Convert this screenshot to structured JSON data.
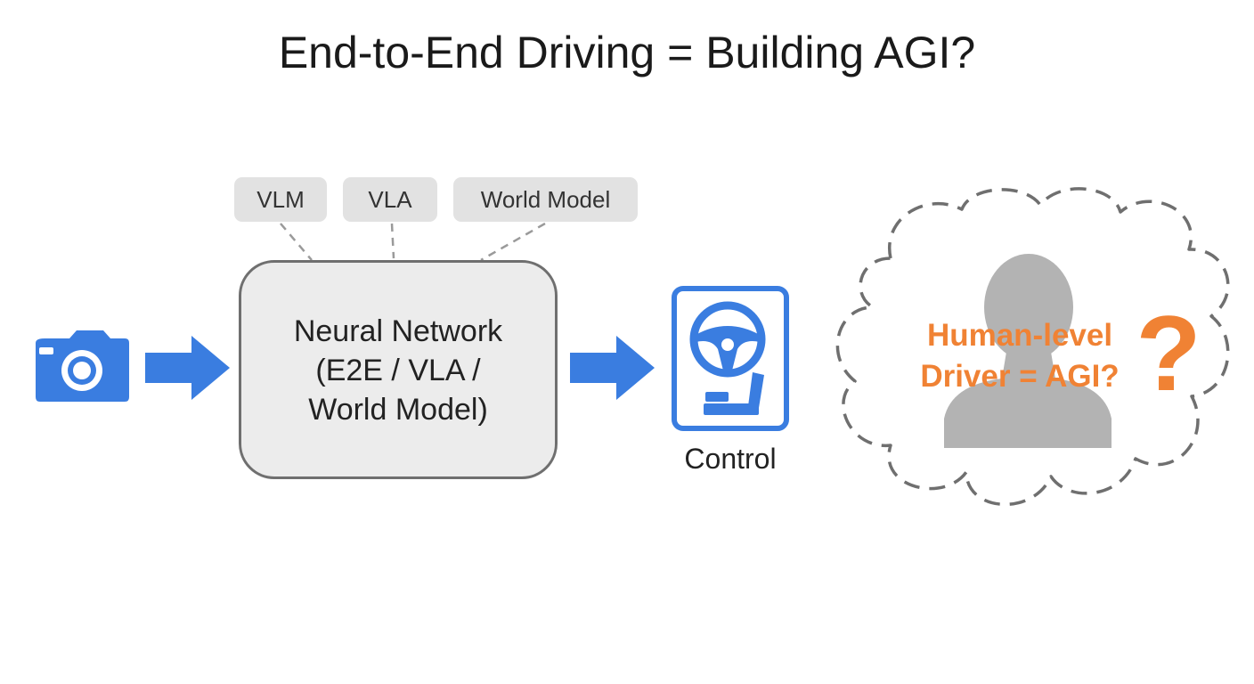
{
  "title": "End-to-End Driving = Building AGI?",
  "tags": [
    "VLM",
    "VLA",
    "World Model"
  ],
  "network": {
    "lines": [
      "Neural Network",
      "(E2E / VLA /",
      "World Model)"
    ]
  },
  "control": {
    "label": "Control"
  },
  "human": {
    "lines": [
      "Human-level",
      "Driver = AGI?"
    ],
    "question_mark": "?"
  },
  "colors": {
    "blue": "#3a7de0",
    "orange": "#f08234",
    "gray_box": "#ececec",
    "gray_border": "#6f6f6f",
    "silhouette": "#b3b3b3",
    "dash": "#6f6f6f"
  },
  "icons": {
    "input": "camera-icon",
    "control": "steering-wheel-pedals-icon",
    "human": "person-silhouette-icon"
  }
}
